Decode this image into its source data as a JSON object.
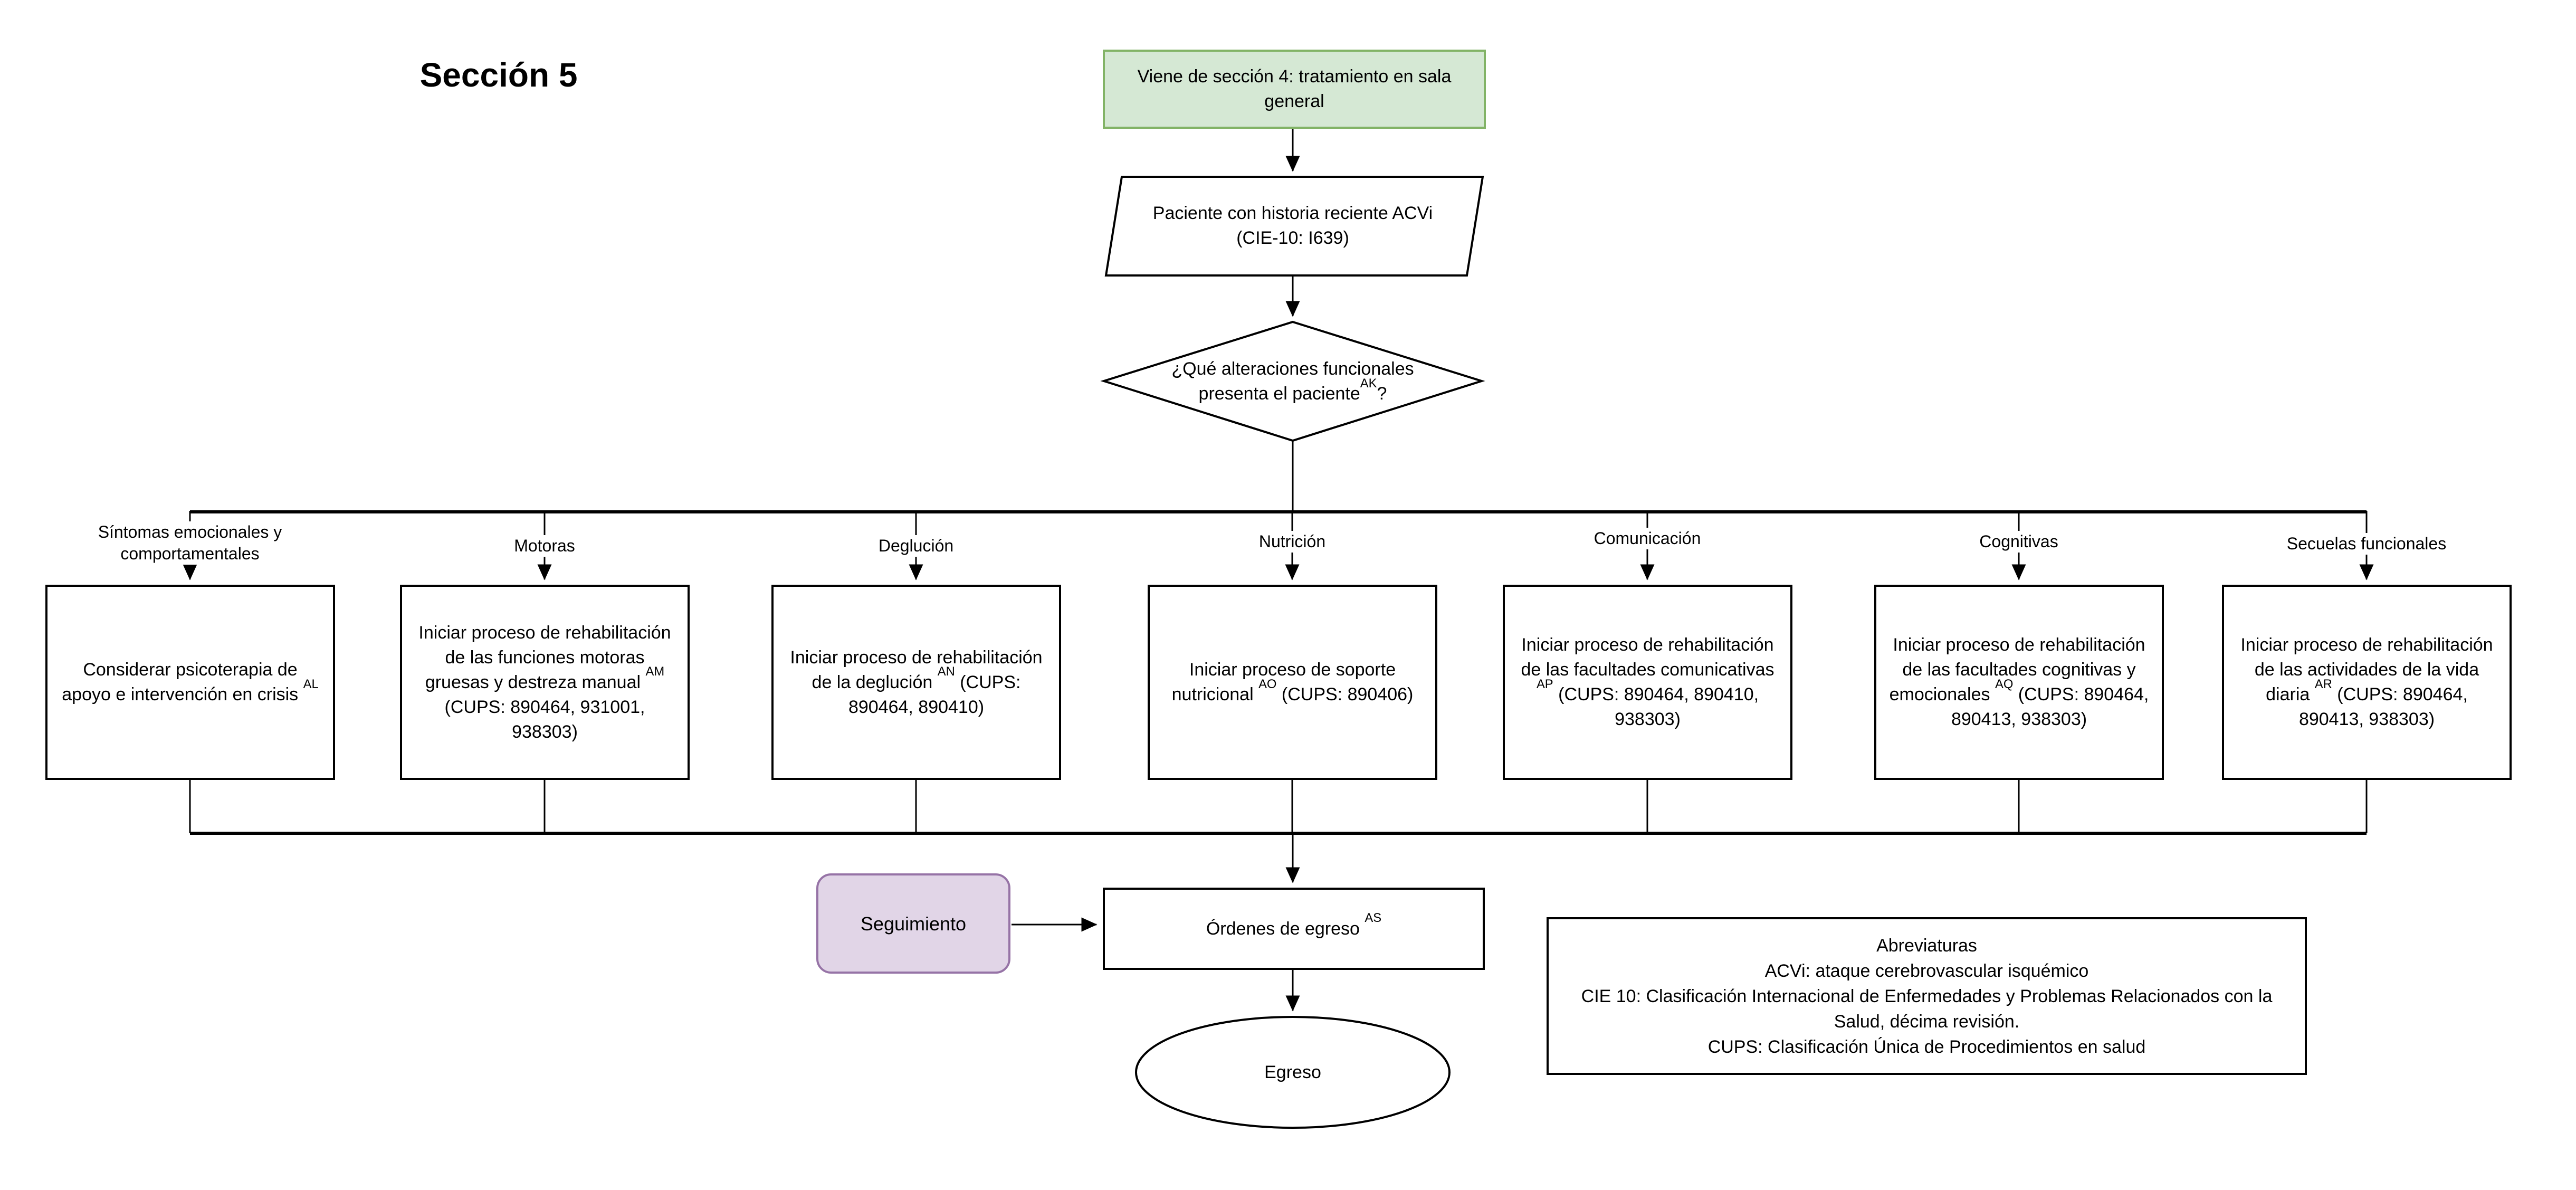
{
  "page": {
    "title": "Sección 5"
  },
  "colors": {
    "start_fill": "#d5e8d4",
    "start_border": "#82b366",
    "seguimiento_fill": "#e1d5e7",
    "seguimiento_border": "#9673a6",
    "shape_fill": "#ffffff",
    "line": "#000000"
  },
  "nodes": {
    "start": {
      "text": "Viene de sección 4: tratamiento en sala general"
    },
    "patient": {
      "text": "Paciente con historia reciente ACVi (CIE-10: I639)"
    },
    "decision": {
      "pre": "¿Qué alteraciones funcionales presenta el paciente",
      "sup": "AK",
      "post": "?"
    },
    "seguimiento": {
      "text": "Seguimiento"
    },
    "discharge_orders": {
      "pre": "Órdenes de egreso ",
      "sup": "AS",
      "post": ""
    },
    "discharge_end": {
      "text": "Egreso"
    },
    "abbreviations": {
      "title": "Abreviaturas",
      "line1": "ACVi: ataque cerebrovascular isquémico",
      "line2": "CIE 10: Clasificación Internacional de Enfermedades y Problemas Relacionados con la Salud, décima revisión.",
      "line3": "CUPS: Clasificación Única de Procedimientos en salud"
    }
  },
  "branches": [
    {
      "label": "Síntomas emocionales y comportamentales",
      "pre": "Considerar psicoterapia de apoyo e intervención en crisis ",
      "sup": "AL",
      "post": ""
    },
    {
      "label": "Motoras",
      "pre": "Iniciar proceso de rehabilitación de las funciones motoras gruesas y destreza manual ",
      "sup": "AM",
      "post": " (CUPS: 890464, 931001, 938303)"
    },
    {
      "label": "Deglución",
      "pre": "Iniciar proceso de rehabilitación de la deglución ",
      "sup": "AN",
      "post": " (CUPS: 890464, 890410)"
    },
    {
      "label": "Nutrición",
      "pre": "Iniciar proceso de soporte nutricional ",
      "sup": "AO",
      "post": " (CUPS: 890406)"
    },
    {
      "label": "Comunicación",
      "pre": "Iniciar proceso de rehabilitación de las facultades comunicativas ",
      "sup": "AP",
      "post": " (CUPS: 890464, 890410, 938303)"
    },
    {
      "label": "Cognitivas",
      "pre": "Iniciar proceso de rehabilitación de las facultades cognitivas y emocionales ",
      "sup": "AQ",
      "post": " (CUPS: 890464, 890413, 938303)"
    },
    {
      "label": "Secuelas funcionales",
      "pre": "Iniciar proceso de rehabilitación de las actividades de la vida diaria ",
      "sup": "AR",
      "post": " (CUPS: 890464, 890413, 938303)"
    }
  ]
}
